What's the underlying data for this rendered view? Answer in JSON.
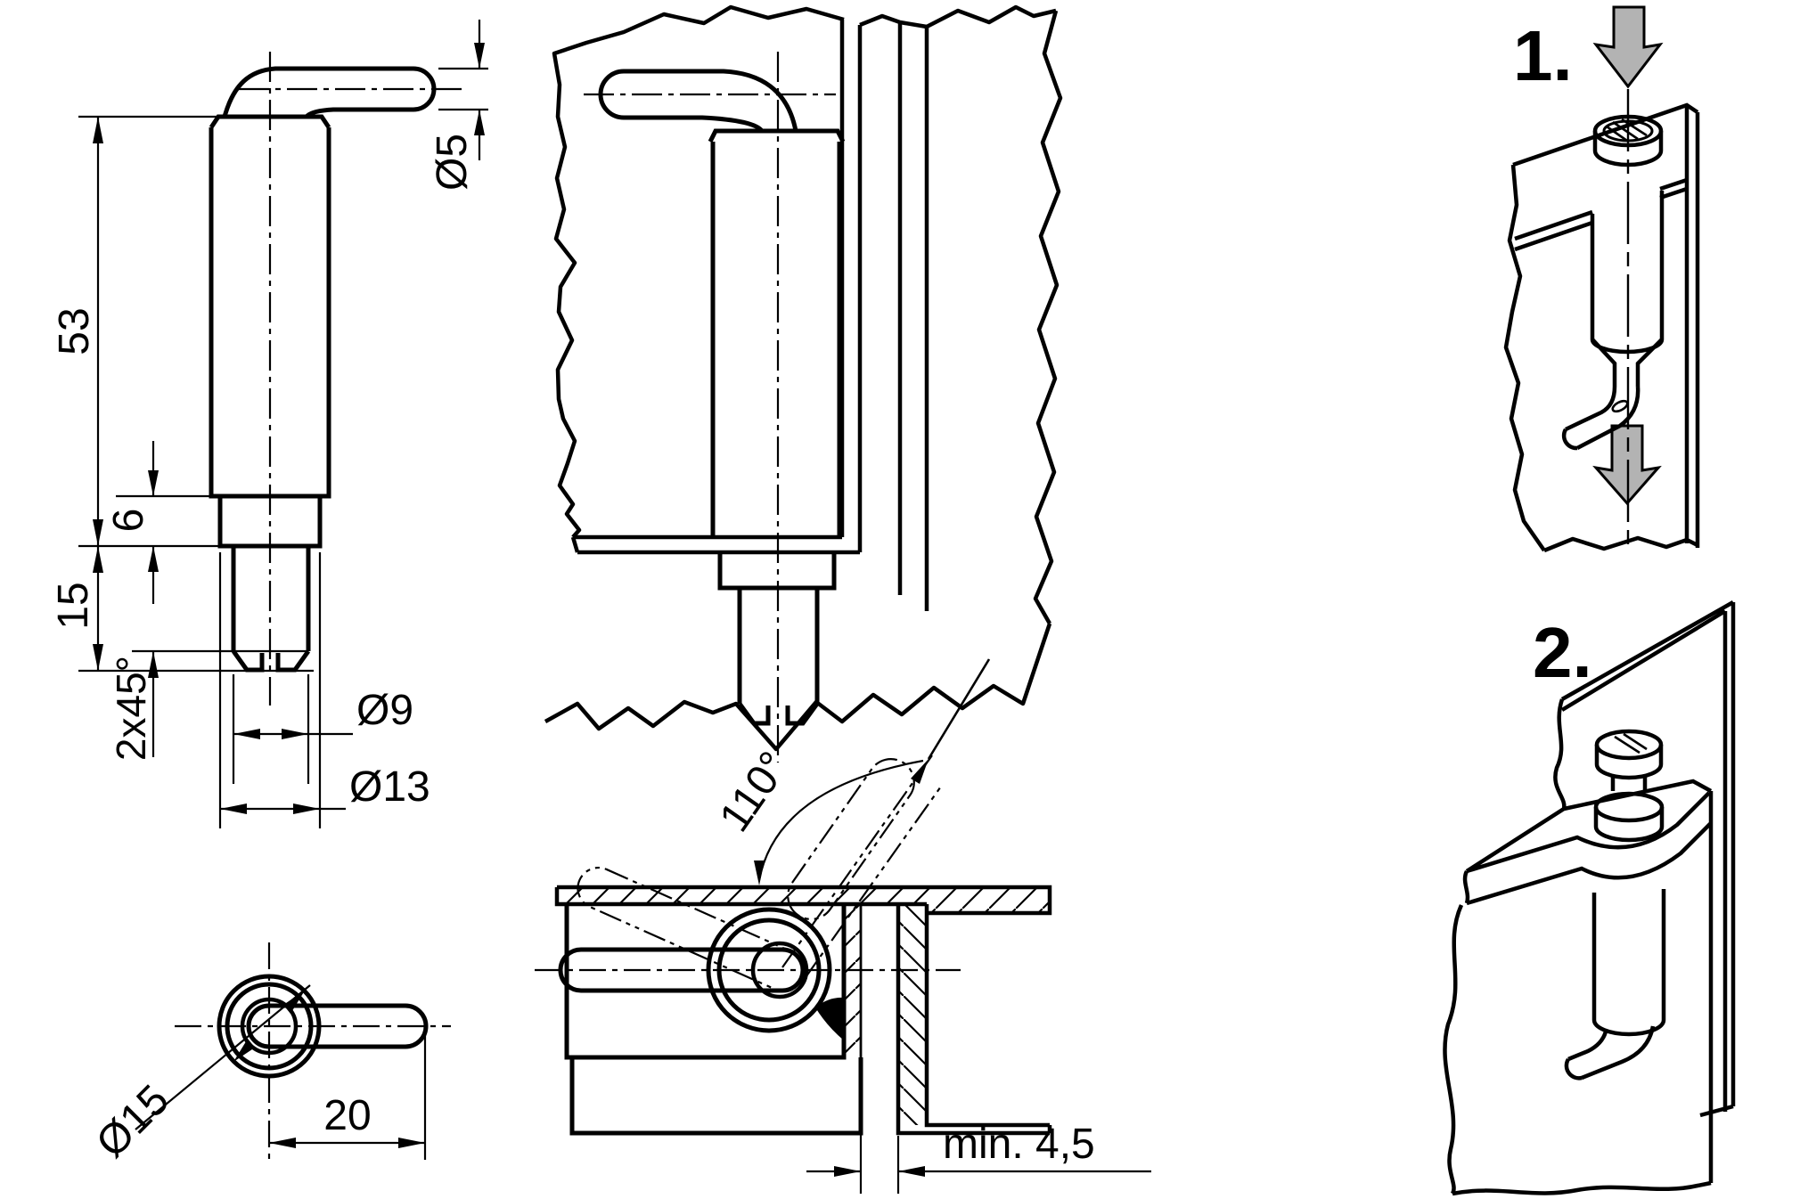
{
  "colors": {
    "ink": "#000000",
    "paper": "#ffffff",
    "arrow_gray": "#b3b3b3"
  },
  "dimensions": {
    "length_total": "53",
    "step_height": "6",
    "tip_length": "15",
    "chamfer": "2x45°",
    "dia_tip": "Ø9",
    "dia_step": "Ø13",
    "dia_handle": "Ø5",
    "dia_body": "Ø15",
    "handle_length": "20",
    "opening_angle": "110°",
    "min_clearance": "min. 4,5"
  },
  "steps": {
    "step1": "1.",
    "step2": "2."
  }
}
